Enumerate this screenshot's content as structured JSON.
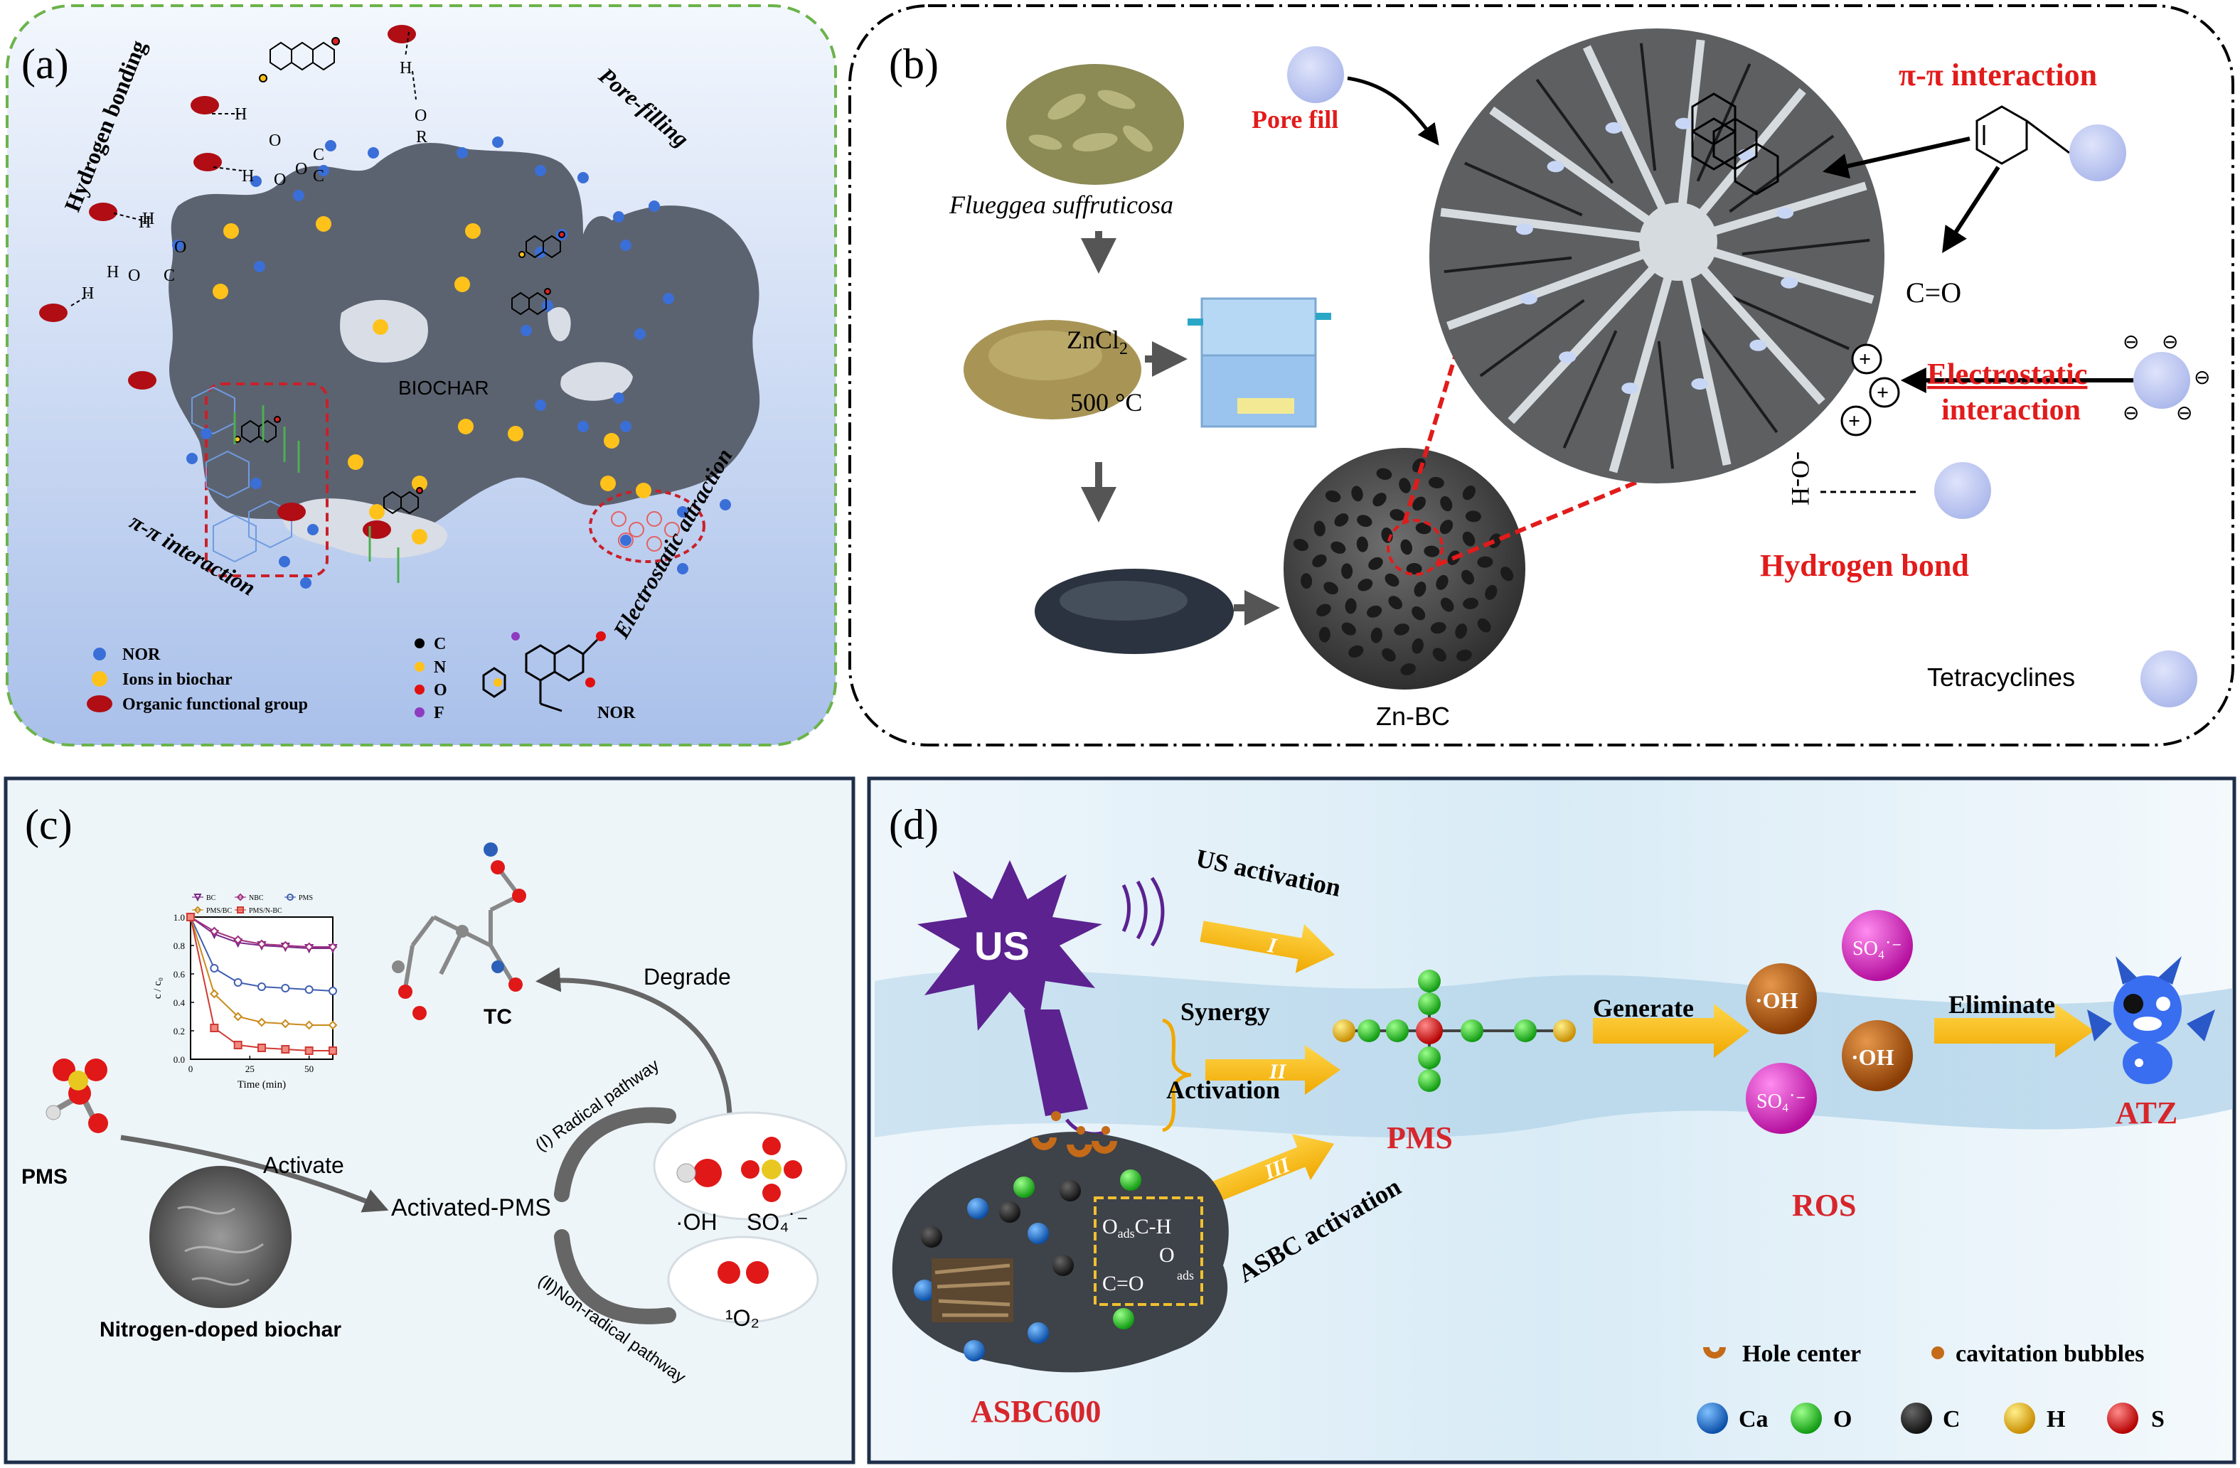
{
  "panel_a": {
    "tag": "(a)",
    "hydrogen_bonding": "Hydrogen bonding",
    "pore_filling": "Pore-filling",
    "pi_interaction": "π-π interaction",
    "electrostatic": "Electrostatic attraction",
    "biochar": "BIOCHAR",
    "legend": {
      "nor": "NOR",
      "ions": "Ions in biochar",
      "organic": "Organic functional group"
    },
    "atoms": {
      "c": "C",
      "n": "N",
      "o": "O",
      "f": "F"
    },
    "nor_label": "NOR",
    "bond_labels": [
      "H",
      "H",
      "O",
      "C",
      "H",
      "O",
      "R",
      "H",
      "H",
      "O",
      "C",
      "O",
      "H",
      "H",
      "O",
      "C",
      "O"
    ]
  },
  "panel_b": {
    "tag": "(b)",
    "plant": "Flueggea suffruticosa",
    "zncl2": "ZnCl",
    "zncl2_sub": "2",
    "temp": "500 °C",
    "product": "Zn-BC",
    "pore_fill": "Pore fill",
    "pi_interaction": "π-π interaction",
    "co": "C=O",
    "electrostatic_1": "Electrostatic",
    "electrostatic_2": "interaction",
    "oh": "-O-H",
    "hydrogen_bond": "Hydrogen bond",
    "tetracyclines": "Tetracyclines",
    "plus": "+",
    "minus": "⊖"
  },
  "panel_c": {
    "tag": "(c)",
    "pms": "PMS",
    "activate": "Activate",
    "activated_pms": "Activated-PMS",
    "nitrogen_biochar": "Nitrogen-doped biochar",
    "degrade": "Degrade",
    "tc": "TC",
    "radical": "(Ⅰ) Radical pathway",
    "nonradical": "(Ⅱ)Non-radical pathway",
    "oh_label": "·OH",
    "so4_label": "SO₄˙⁻",
    "singlet_label": "¹O₂"
  },
  "panel_d": {
    "tag": "(d)",
    "us": "US",
    "us_activation": "US activation",
    "synergy": "Synergy",
    "activation": "Activation",
    "asbc_activation": "ASBC activation",
    "roman": [
      "I",
      "II",
      "III"
    ],
    "pms": "PMS",
    "generate": "Generate",
    "eliminate": "Eliminate",
    "atz": "ATZ",
    "ros": "ROS",
    "asbc600": "ASBC600",
    "box_text": [
      "O",
      "ads",
      "C-H",
      "O",
      "ads",
      "C=O"
    ],
    "oh": "·OH",
    "so4": "SO₄˙⁻",
    "legend": {
      "hole": "Hole center",
      "cavitation": "cavitation bubbles",
      "ca": "Ca",
      "o": "O",
      "c": "C",
      "h": "H",
      "s": "S"
    }
  },
  "chart_data": {
    "type": "line",
    "xlabel": "Time (min)",
    "ylabel": "c / c₀",
    "xlim": [
      0,
      60
    ],
    "ylim": [
      0,
      1.0
    ],
    "xticks": [
      "0",
      "25",
      "50"
    ],
    "yticks": [
      "0.0",
      "0.2",
      "0.4",
      "0.6",
      "0.8",
      "1.0"
    ],
    "series": [
      {
        "name": "BC",
        "marker": "triangle",
        "color": "#7b2a8a",
        "x": [
          0,
          10,
          20,
          30,
          40,
          50,
          60
        ],
        "y": [
          1.0,
          0.88,
          0.82,
          0.8,
          0.79,
          0.78,
          0.78
        ]
      },
      {
        "name": "NBC",
        "marker": "diamond",
        "color": "#a0307e",
        "x": [
          0,
          10,
          20,
          30,
          40,
          50,
          60
        ],
        "y": [
          1.0,
          0.9,
          0.84,
          0.81,
          0.8,
          0.79,
          0.79
        ]
      },
      {
        "name": "PMS",
        "marker": "circle",
        "color": "#3f5fb0",
        "x": [
          0,
          10,
          20,
          30,
          40,
          50,
          60
        ],
        "y": [
          1.0,
          0.64,
          0.54,
          0.51,
          0.5,
          0.49,
          0.48
        ]
      },
      {
        "name": "PMS/BC",
        "marker": "diamond",
        "color": "#c98a1b",
        "x": [
          0,
          10,
          20,
          30,
          40,
          50,
          60
        ],
        "y": [
          1.0,
          0.46,
          0.3,
          0.26,
          0.25,
          0.24,
          0.24
        ]
      },
      {
        "name": "PMS/N-BC",
        "marker": "square",
        "color": "#d03a34",
        "x": [
          0,
          10,
          20,
          30,
          40,
          50,
          60
        ],
        "y": [
          1.0,
          0.22,
          0.1,
          0.08,
          0.07,
          0.06,
          0.06
        ]
      }
    ]
  }
}
